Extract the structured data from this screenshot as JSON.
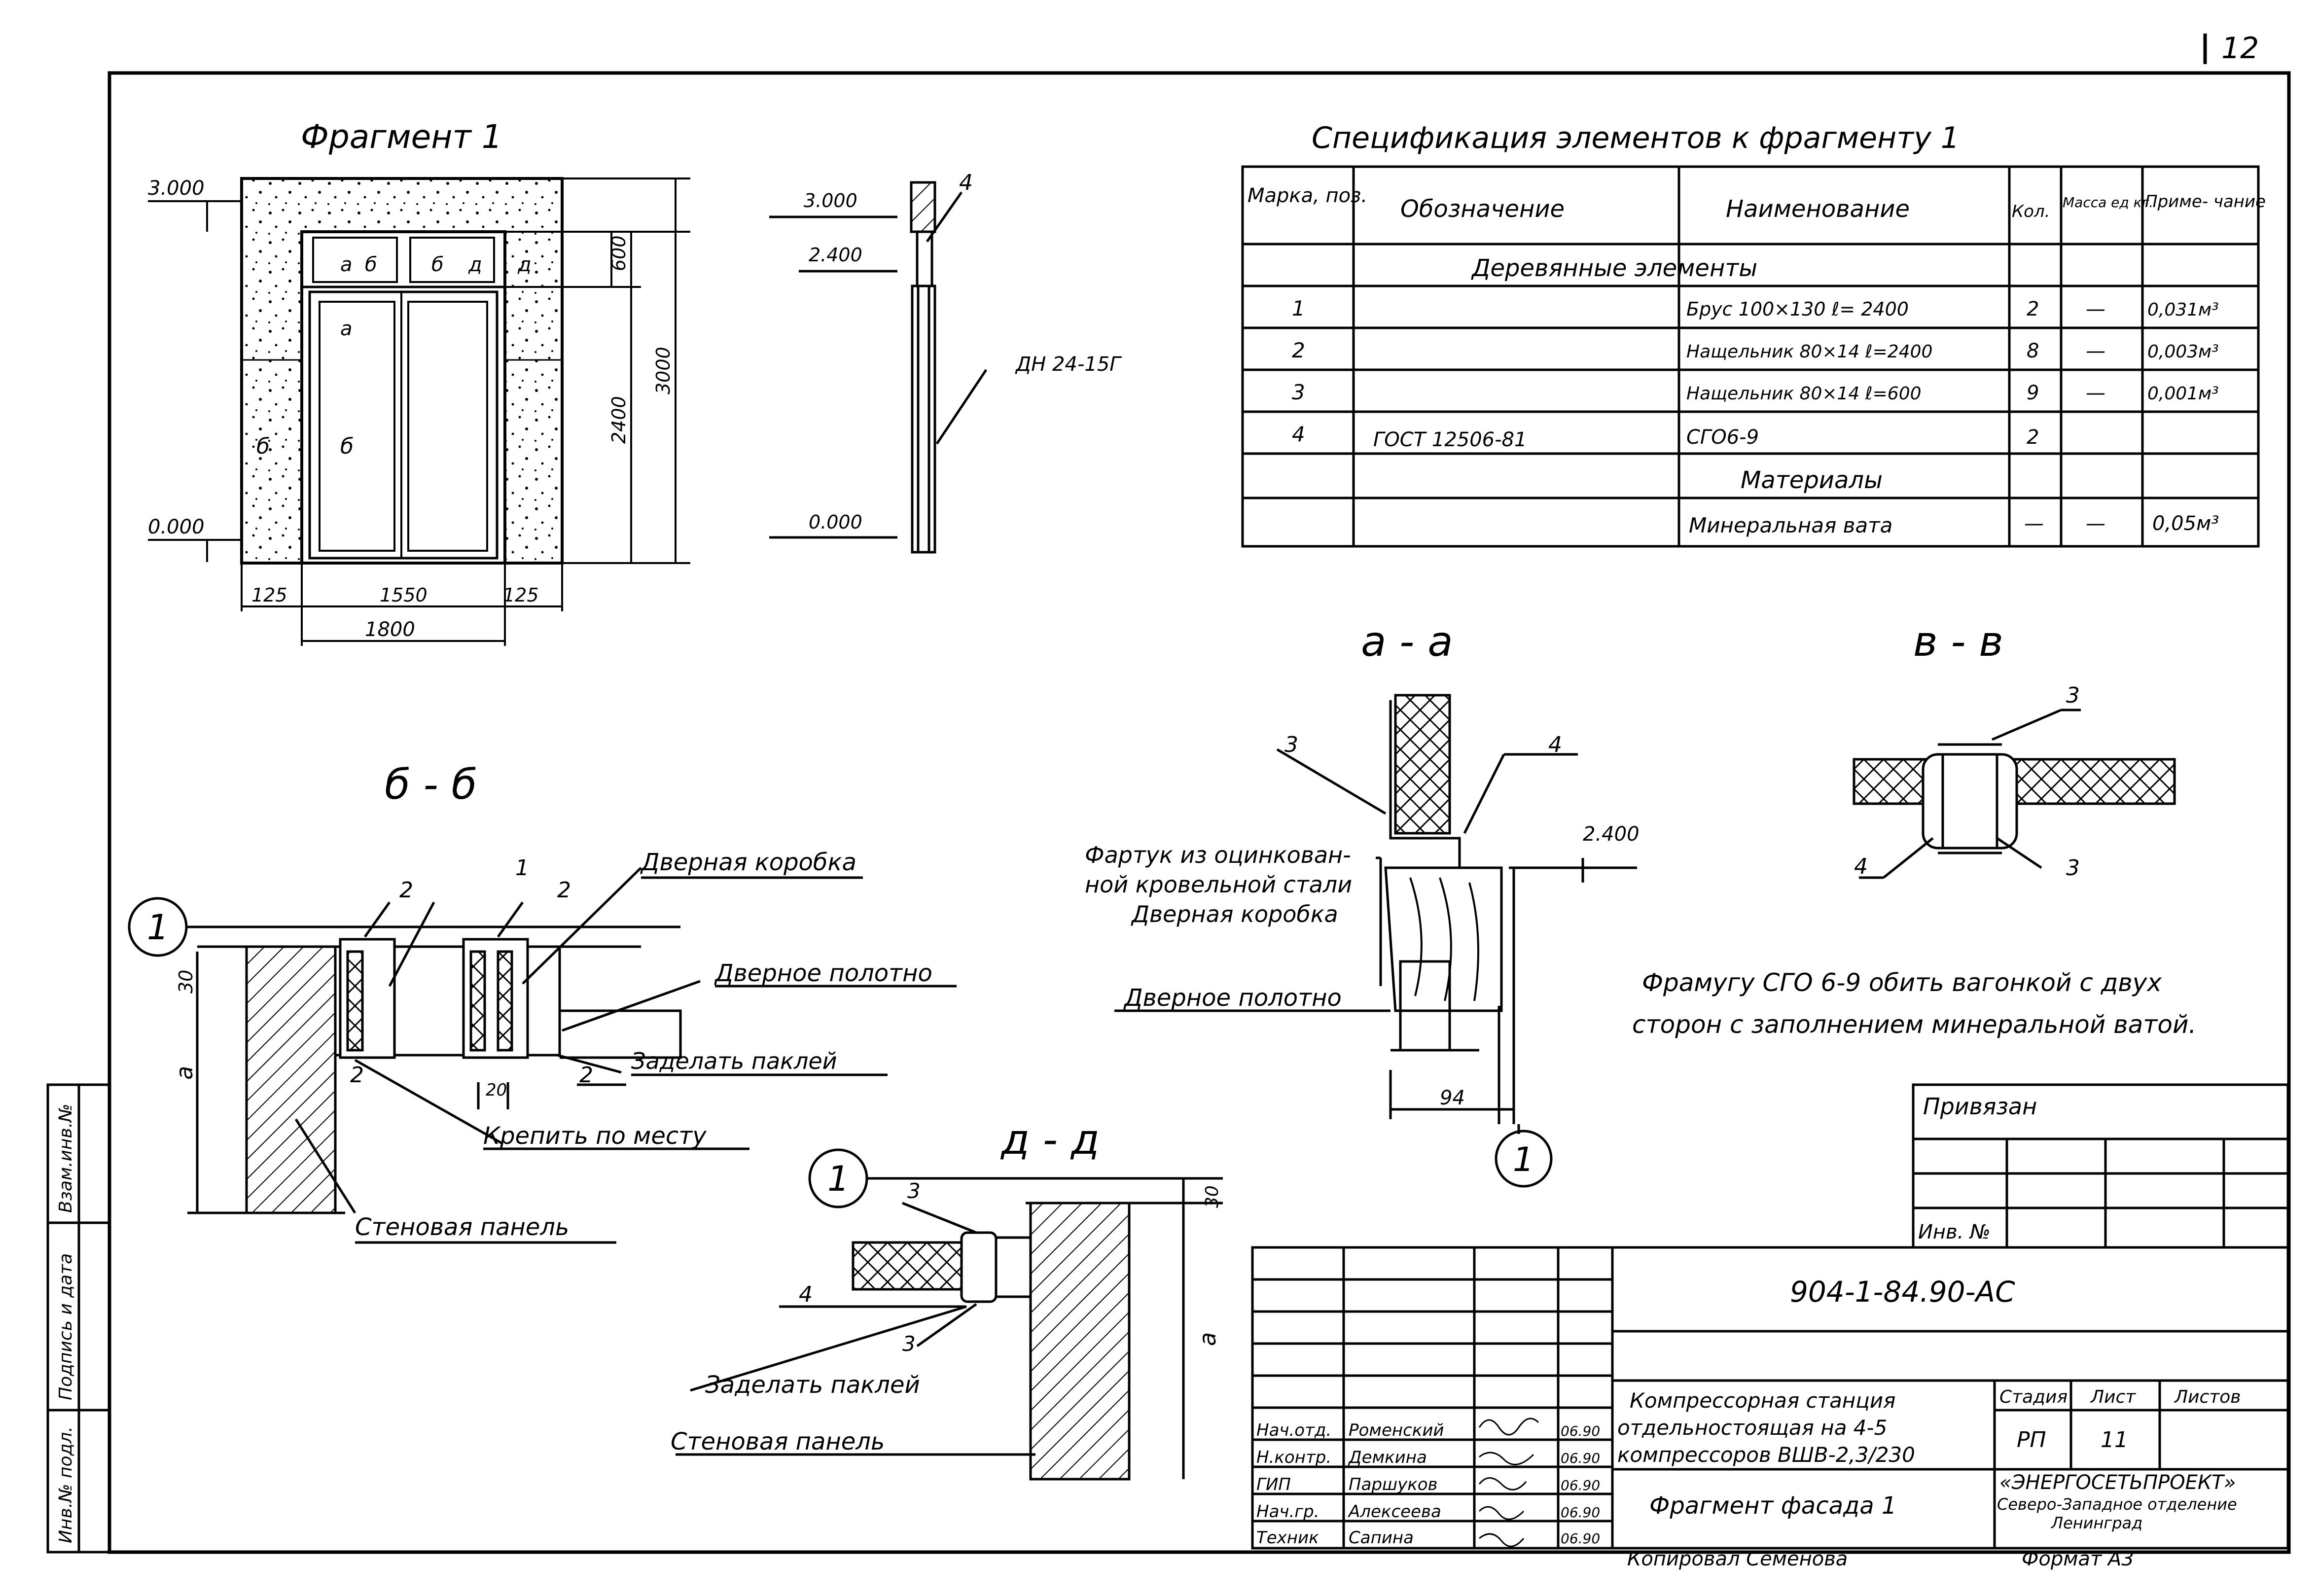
{
  "sheet": {
    "page_number": "12",
    "title_fragment": "Фрагмент 1"
  },
  "elevation": {
    "level_top": "3.000",
    "level_bottom": "0.000",
    "dim_600": "600",
    "dim_2400": "2400",
    "dim_3000": "3000",
    "dim_125_left": "125",
    "dim_1550": "1550",
    "dim_125_right": "125",
    "dim_1800": "1800",
    "mark_a_top": "а",
    "mark_b_top1": "б",
    "mark_b_top2": "б",
    "mark_d_top1": "д",
    "mark_d_top2": "д",
    "mark_a_leaf": "а",
    "mark_b_leaf": "б",
    "mark_b_wall": "б"
  },
  "section": {
    "level_3000": "3.000",
    "level_2400": "2.400",
    "level_0000": "0.000",
    "callout_4": "4",
    "door_label": "ДН 24-15Г"
  },
  "spec": {
    "title": "Спецификация элементов к фрагменту 1",
    "headers": [
      "Марка, поз.",
      "Обозначение",
      "Наименование",
      "Кол.",
      "Масса ед кг.",
      "Приме- чание"
    ],
    "group_wood": "Деревянные элементы",
    "rows": [
      {
        "pos": "1",
        "code": "",
        "name": "Брус 100×130 ℓ= 2400",
        "qty": "2",
        "mass": "—",
        "note": "0,031м³"
      },
      {
        "pos": "2",
        "code": "",
        "name": "Нащельник 80×14 ℓ=2400",
        "qty": "8",
        "mass": "—",
        "note": "0,003м³"
      },
      {
        "pos": "3",
        "code": "",
        "name": "Нащельник 80×14 ℓ=600",
        "qty": "9",
        "mass": "—",
        "note": "0,001м³"
      },
      {
        "pos": "4",
        "code": "ГОСТ 12506-81",
        "name": "СГО6-9",
        "qty": "2",
        "mass": "",
        "note": ""
      }
    ],
    "group_materials": "Материалы",
    "material_row": {
      "name": "Минеральная вата",
      "qty": "—",
      "mass": "—",
      "note": "0,05м³"
    }
  },
  "section_bb": {
    "title": "б - б",
    "circle": "1",
    "dim_30": "30",
    "dim_a": "а",
    "dim_20": "20",
    "c2a": "2",
    "c1": "1",
    "c2b": "2",
    "c2c": "2",
    "c2d": "2",
    "door_frame": "Дверная коробка",
    "door_leaf": "Дверное полотно",
    "seal": "Заделать паклей",
    "fix": "Крепить по месту",
    "wall": "Стеновая панель"
  },
  "section_aa": {
    "title": "а - а",
    "c3": "3",
    "c4": "4",
    "level": "2.400",
    "apron_1": "Фартук из оцинкован-",
    "apron_2": "ной кровельной стали",
    "door_frame": "Дверная коробка",
    "door_leaf": "Дверное полотно",
    "dim_94": "94",
    "circle": "1"
  },
  "section_vv": {
    "title": "в - в",
    "c3a": "3",
    "c3b": "3",
    "c4": "4"
  },
  "note": {
    "line1": "Фрамугу СГО 6-9 обить вагонкой с двух",
    "line2": "сторон с заполнением минеральной ватой."
  },
  "section_dd": {
    "title": "д - д",
    "circle": "1",
    "c3a": "3",
    "c4": "4",
    "c3b": "3",
    "dim_30": "30",
    "dim_a": "а",
    "seal": "Заделать паклей",
    "wall": "Стеновая панель"
  },
  "stamp": {
    "privyazan": "Привязан",
    "inv_no": "Инв. №",
    "doc_code": "904-1-84.90-АС",
    "project_1": "Компрессорная станция",
    "project_2": "отдельностоящая на 4-5",
    "project_3": "компрессоров ВШВ-2,3/230",
    "stage_h": "Стадия",
    "sheet_h": "Лист",
    "sheets_h": "Листов",
    "stage": "РП",
    "sheet": "11",
    "drawing_title": "Фрагмент фасада 1",
    "org_1": "«ЭНЕРГОСЕТЬПРОЕКТ»",
    "org_2": "Северо-Западное отделение",
    "org_3": "Ленинград",
    "copied": "Копировал Семенова",
    "format": "Формат А3",
    "people": [
      {
        "role": "Нач.отд.",
        "name": "Роменский",
        "date": "06.90"
      },
      {
        "role": "Н.контр.",
        "name": "Демкина",
        "date": "06.90"
      },
      {
        "role": "ГИП",
        "name": "Паршуков",
        "date": "06.90"
      },
      {
        "role": "Нач.гр.",
        "name": "Алексеева",
        "date": "06.90"
      },
      {
        "role": "Техник",
        "name": "Сапина",
        "date": "06.90"
      }
    ]
  },
  "side_stamp": {
    "inv_orig": "Инв.№ подл.",
    "sign_date": "Подпись и дата",
    "replace_inv": "Взам.инв.№"
  }
}
